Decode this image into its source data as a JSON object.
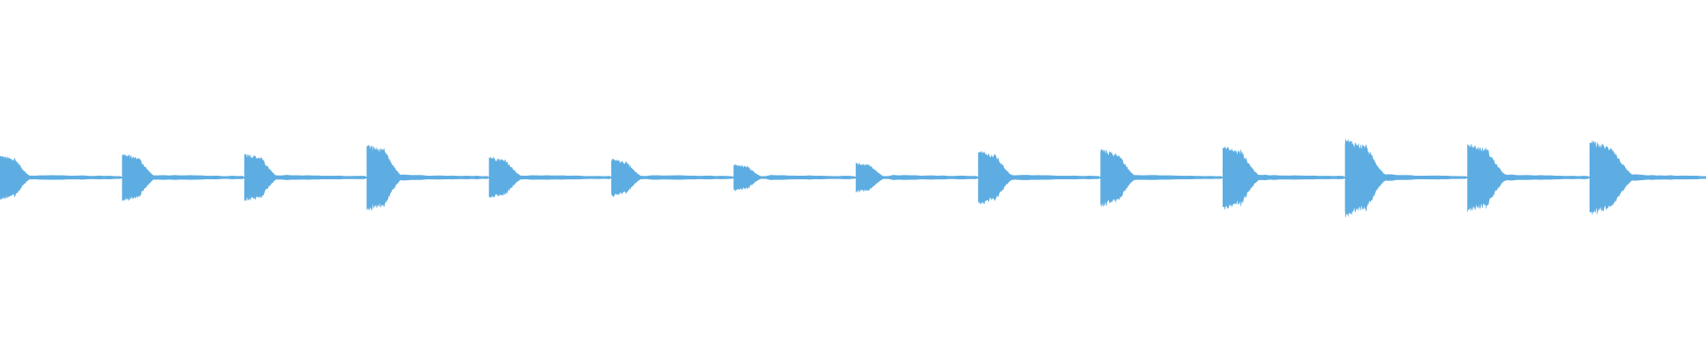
{
  "waveform": {
    "color": "#5DADE2",
    "background": "#FFFFFF",
    "icon": "audio-waveform",
    "hits": [
      {
        "amp": 0.48,
        "decay": 0.28
      },
      {
        "amp": 0.52,
        "decay": 0.3
      },
      {
        "amp": 0.53,
        "decay": 0.3
      },
      {
        "amp": 0.72,
        "decay": 0.32
      },
      {
        "amp": 0.46,
        "decay": 0.3
      },
      {
        "amp": 0.4,
        "decay": 0.28
      },
      {
        "amp": 0.28,
        "decay": 0.26
      },
      {
        "amp": 0.32,
        "decay": 0.26
      },
      {
        "amp": 0.58,
        "decay": 0.32
      },
      {
        "amp": 0.62,
        "decay": 0.32
      },
      {
        "amp": 0.68,
        "decay": 0.34
      },
      {
        "amp": 0.84,
        "decay": 0.38
      },
      {
        "amp": 0.74,
        "decay": 0.36
      },
      {
        "amp": 0.8,
        "decay": 0.4
      }
    ]
  }
}
